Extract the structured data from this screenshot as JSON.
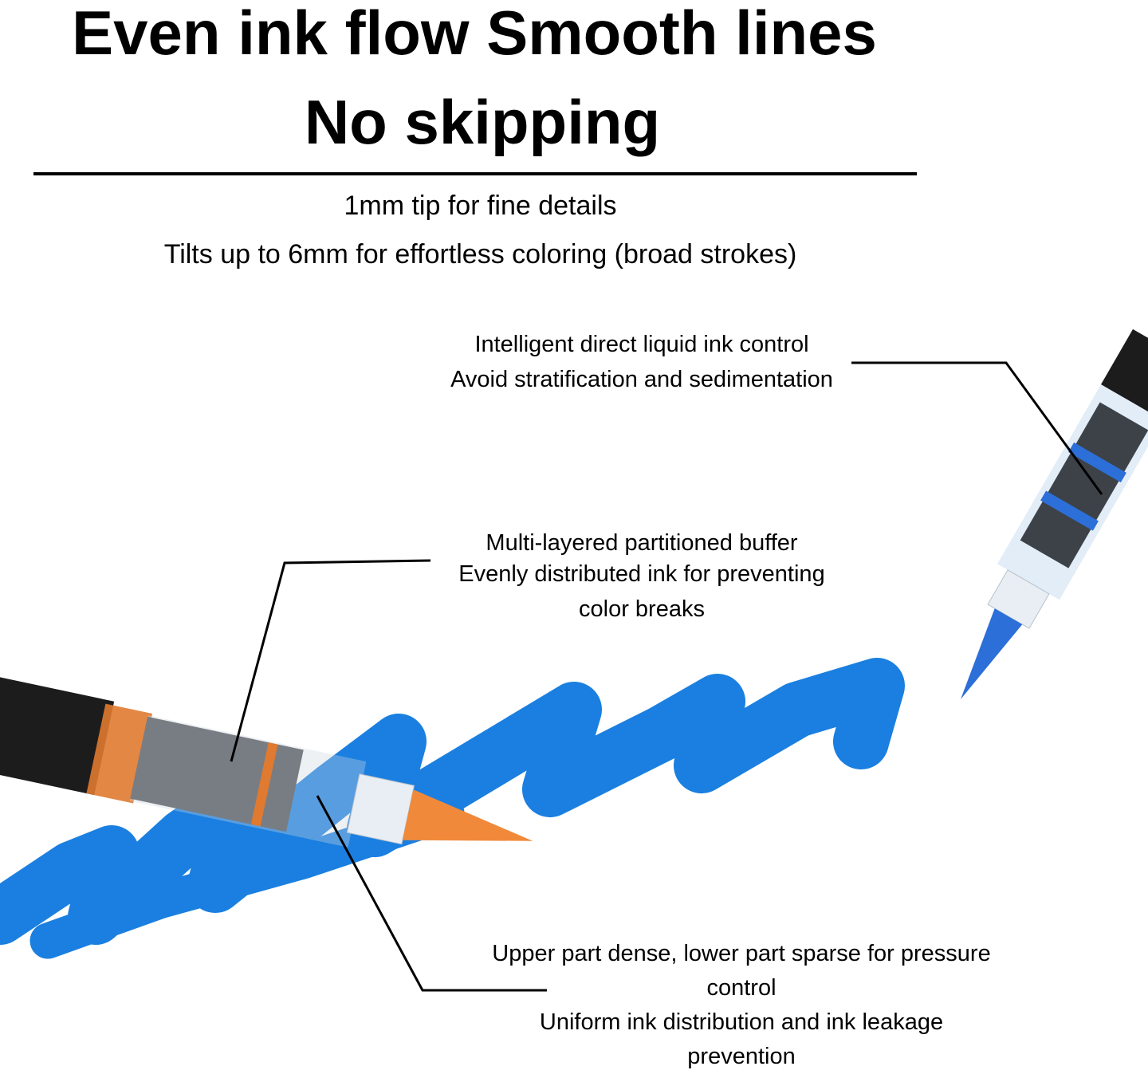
{
  "headline": {
    "line1": "Even ink flow Smooth lines",
    "line2": "No skipping"
  },
  "subheadline": {
    "line1": "1mm tip for fine details",
    "line2": "Tilts up to 6mm for effortless coloring (broad strokes)"
  },
  "callouts": {
    "ink_control": {
      "line1": "Intelligent direct liquid ink control",
      "line2": "Avoid stratification and sedimentation"
    },
    "buffer": {
      "line1": "Multi-layered partitioned buffer",
      "line2": "Evenly distributed ink for preventing",
      "line3": "color breaks"
    },
    "pressure": {
      "line1": "Upper part dense, lower part sparse for pressure",
      "line2": "control",
      "line3": "Uniform ink distribution and ink leakage",
      "line4": "prevention"
    }
  },
  "colors": {
    "stroke_blue": "#1a7fe0",
    "orange_tip": "#f08a3a",
    "blue_tip": "#2c6fd8",
    "pen_body": "#1c1c1c"
  }
}
